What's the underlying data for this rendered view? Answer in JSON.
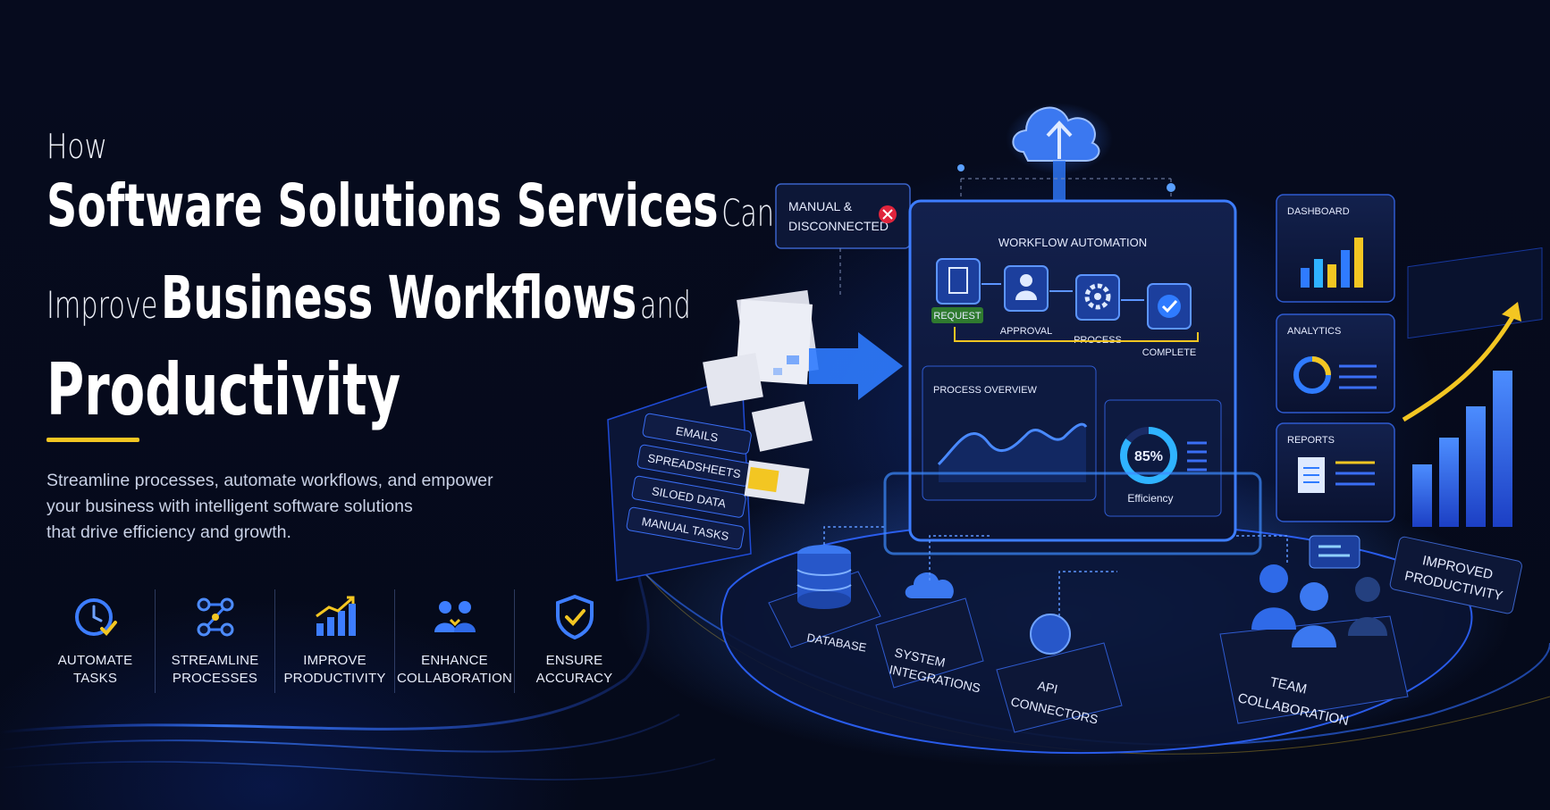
{
  "headline": {
    "how": "How",
    "line1_bold": "Software Solutions Services",
    "line1_light": "Can",
    "line2_light": "Improve",
    "line2_bold": "Business Workflows",
    "line2_end": "and",
    "line3_bold": "Productivity"
  },
  "description": {
    "line1": "Streamline processes, automate workflows, and empower",
    "line2": "your business with intelligent software solutions",
    "line3": "that drive efficiency and growth."
  },
  "features": [
    {
      "line1": "AUTOMATE",
      "line2": "TASKS",
      "icon": "clock-check-icon"
    },
    {
      "line1": "STREAMLINE",
      "line2": "PROCESSES",
      "icon": "network-nodes-icon"
    },
    {
      "line1": "IMPROVE",
      "line2": "PRODUCTIVITY",
      "icon": "growth-chart-icon"
    },
    {
      "line1": "ENHANCE",
      "line2": "COLLABORATION",
      "icon": "team-icon"
    },
    {
      "line1": "ENSURE",
      "line2": "ACCURACY",
      "icon": "shield-check-icon"
    }
  ],
  "scene": {
    "manual_box": {
      "line1": "MANUAL &",
      "line2": "DISCONNECTED"
    },
    "stack_labels": [
      "EMAILS",
      "SPREADSHEETS",
      "SILOED DATA",
      "MANUAL TASKS"
    ],
    "workflow_title": "WORKFLOW AUTOMATION",
    "steps": [
      "REQUEST",
      "APPROVAL",
      "PROCESS",
      "COMPLETE"
    ],
    "process_overview": "PROCESS OVERVIEW",
    "efficiency_value": "85%",
    "efficiency_label": "Efficiency",
    "efficiency_level": 0.85,
    "side_panels": [
      "DASHBOARD",
      "ANALYTICS",
      "REPORTS"
    ],
    "improved": {
      "line1": "IMPROVED",
      "line2": "PRODUCTIVITY"
    },
    "bases": {
      "database": "DATABASE",
      "system": {
        "line1": "SYSTEM",
        "line2": "INTEGRATIONS"
      },
      "api": {
        "line1": "API",
        "line2": "CONNECTORS"
      },
      "team": {
        "line1": "TEAM",
        "line2": "COLLABORATION"
      }
    }
  },
  "colors": {
    "accent_yellow": "#f3c622",
    "accent_blue": "#2f7bff",
    "background": "#050a1c"
  }
}
